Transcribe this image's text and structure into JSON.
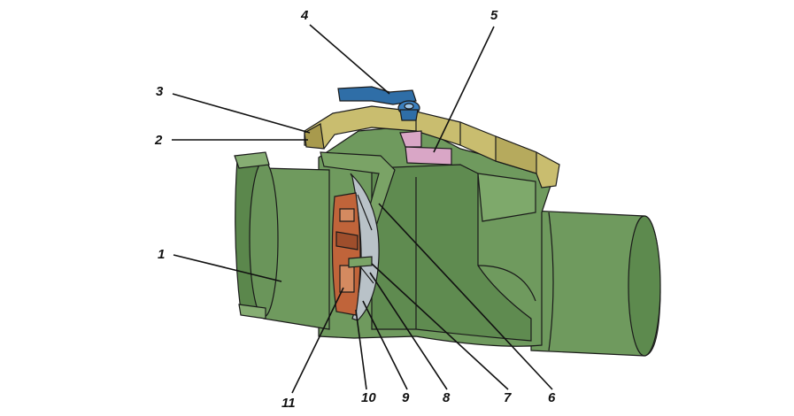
{
  "diagram": {
    "subject": "check valve cutaway",
    "colors": {
      "body": "#6f9a5e",
      "body_dark": "#557d47",
      "body_light": "#8db37a",
      "cover": "#c9bd6f",
      "cover_dark": "#a89a4d",
      "handle": "#2f6ea7",
      "pink_part": "#d9a6c6",
      "flap_orange": "#c0643a",
      "disc_grey": "#b9c2c8",
      "outline": "#1a1a1a"
    },
    "callouts": [
      {
        "id": "1",
        "label": "1"
      },
      {
        "id": "2",
        "label": "2"
      },
      {
        "id": "3",
        "label": "3"
      },
      {
        "id": "4",
        "label": "4"
      },
      {
        "id": "5",
        "label": "5"
      },
      {
        "id": "6",
        "label": "6"
      },
      {
        "id": "7",
        "label": "7"
      },
      {
        "id": "8",
        "label": "8"
      },
      {
        "id": "9",
        "label": "9"
      },
      {
        "id": "10",
        "label": "10"
      },
      {
        "id": "11",
        "label": "11"
      }
    ]
  }
}
